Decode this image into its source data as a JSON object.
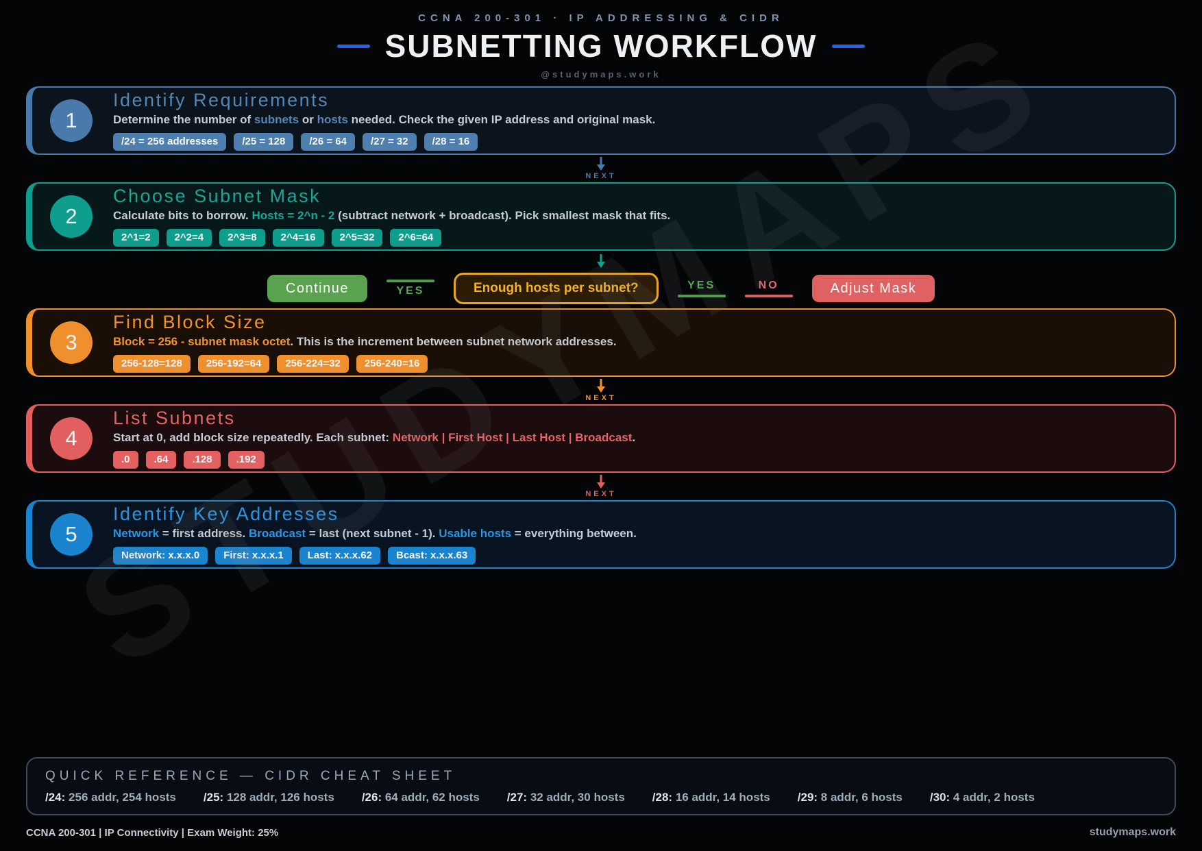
{
  "header": {
    "eyebrow": "CCNA 200-301 · IP ADDRESSING & CIDR",
    "title": "SUBNETTING WORKFLOW",
    "handle": "@studymaps.work"
  },
  "watermark": "STUDYMAPS",
  "labels": {
    "next": "NEXT"
  },
  "steps": [
    {
      "number": "1",
      "title": "Identify Requirements",
      "desc": [
        {
          "t": "Determine the number of "
        },
        {
          "t": "subnets",
          "hl": true
        },
        {
          "t": " or "
        },
        {
          "t": "hosts",
          "hl": true
        },
        {
          "t": " needed. Check the given IP address and original mask."
        }
      ],
      "chips": [
        "/24 = 256 addresses",
        "/25 = 128",
        "/26 = 64",
        "/27 = 32",
        "/28 = 16"
      ]
    },
    {
      "number": "2",
      "title": "Choose Subnet Mask",
      "desc": [
        {
          "t": "Calculate bits to borrow. "
        },
        {
          "t": "Hosts = 2^n - 2",
          "hl": true
        },
        {
          "t": " (subtract network + broadcast). Pick smallest mask that fits."
        }
      ],
      "chips": [
        "2^1=2",
        "2^2=4",
        "2^3=8",
        "2^4=16",
        "2^5=32",
        "2^6=64"
      ]
    },
    {
      "number": "3",
      "title": "Find Block Size",
      "desc": [
        {
          "t": "Block = 256 - subnet mask octet",
          "hl": true
        },
        {
          "t": ". This is the increment between subnet network addresses."
        }
      ],
      "chips": [
        "256-128=128",
        "256-192=64",
        "256-224=32",
        "256-240=16"
      ]
    },
    {
      "number": "4",
      "title": "List Subnets",
      "desc": [
        {
          "t": "Start at 0, add block size repeatedly. Each subnet: "
        },
        {
          "t": "Network | First Host | Last Host | Broadcast",
          "hl": true
        },
        {
          "t": "."
        }
      ],
      "chips": [
        ".0",
        ".64",
        ".128",
        ".192"
      ]
    },
    {
      "number": "5",
      "title": "Identify Key Addresses",
      "desc": [
        {
          "t": "Network",
          "hl": true
        },
        {
          "t": " = first address. "
        },
        {
          "t": "Broadcast",
          "hl": true
        },
        {
          "t": " = last (next subnet - 1). "
        },
        {
          "t": "Usable hosts",
          "hl": true
        },
        {
          "t": " = everything between."
        }
      ],
      "chips": [
        "Network: x.x.x.0",
        "First: x.x.x.1",
        "Last: x.x.x.62",
        "Bcast: x.x.x.63"
      ]
    }
  ],
  "decision": {
    "continue_label": "Continue",
    "yes_left": "YES",
    "question": "Enough hosts per subnet?",
    "yes_right": "YES",
    "no_label": "NO",
    "adjust_label": "Adjust Mask"
  },
  "quickref": {
    "heading": "QUICK REFERENCE — CIDR CHEAT SHEET",
    "items": [
      {
        "cidr": "/24:",
        "text": "256 addr, 254 hosts"
      },
      {
        "cidr": "/25:",
        "text": "128 addr, 126 hosts"
      },
      {
        "cidr": "/26:",
        "text": "64 addr, 62 hosts"
      },
      {
        "cidr": "/27:",
        "text": "32 addr, 30 hosts"
      },
      {
        "cidr": "/28:",
        "text": "16 addr, 14 hosts"
      },
      {
        "cidr": "/29:",
        "text": "8 addr, 6 hosts"
      },
      {
        "cidr": "/30:",
        "text": "4 addr, 2 hosts"
      }
    ]
  },
  "footer": {
    "left": "CCNA 200-301 | IP Connectivity | Exam Weight: 25%",
    "right": "studymaps.work"
  },
  "colors": {
    "step1_blue": "#4a7aab",
    "step2_teal": "#0f9e8e",
    "step3_orange": "#ef8f2e",
    "step4_red": "#e25f5f",
    "step5_blue": "#1b84cf",
    "continue_green": "#5aa24e",
    "decision_amber": "#e9a61d",
    "adjust_red": "#e06161",
    "title_divider_blue": "#2563eb"
  }
}
